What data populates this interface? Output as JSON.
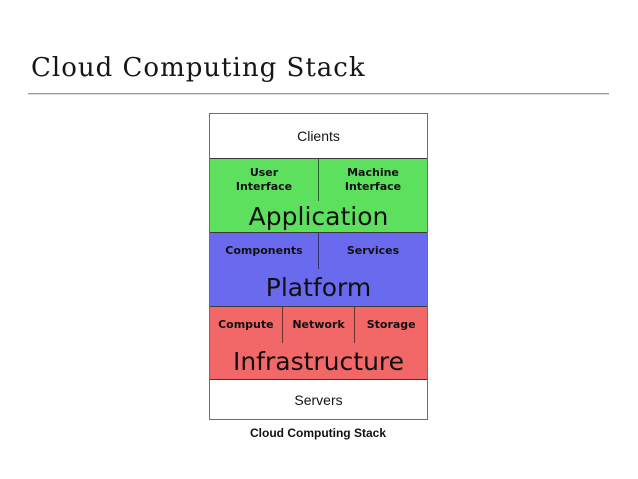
{
  "slide": {
    "title": "Cloud Computing Stack",
    "caption": "Cloud Computing Stack"
  },
  "diagram": {
    "clients_label": "Clients",
    "servers_label": "Servers",
    "layers": [
      {
        "big_label": "Application",
        "color": "#5de05d",
        "cells": [
          {
            "line1": "User",
            "line2": "Interface"
          },
          {
            "line1": "Machine",
            "line2": "Interface"
          }
        ]
      },
      {
        "big_label": "Platform",
        "color": "#6a6aee",
        "cells": [
          {
            "line1": "Components"
          },
          {
            "line1": "Services"
          }
        ]
      },
      {
        "big_label": "Infrastructure",
        "color": "#f26868",
        "cells": [
          {
            "line1": "Compute"
          },
          {
            "line1": "Network"
          },
          {
            "line1": "Storage"
          }
        ]
      }
    ]
  }
}
